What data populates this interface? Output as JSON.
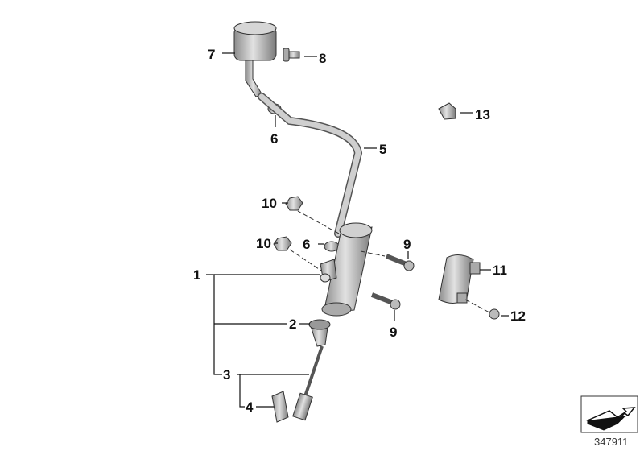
{
  "diagram": {
    "callouts": {
      "c1": "1",
      "c2": "2",
      "c3": "3",
      "c4": "4",
      "c5": "5",
      "c6a": "6",
      "c6b": "6",
      "c7": "7",
      "c8": "8",
      "c9a": "9",
      "c9b": "9",
      "c10a": "10",
      "c10b": "10",
      "c11": "11",
      "c12": "12",
      "c13": "13"
    },
    "reference_number": "347911",
    "colors": {
      "part_fill": "#b8b8b8",
      "part_dark": "#7a7a7a",
      "label": "#111111"
    }
  }
}
